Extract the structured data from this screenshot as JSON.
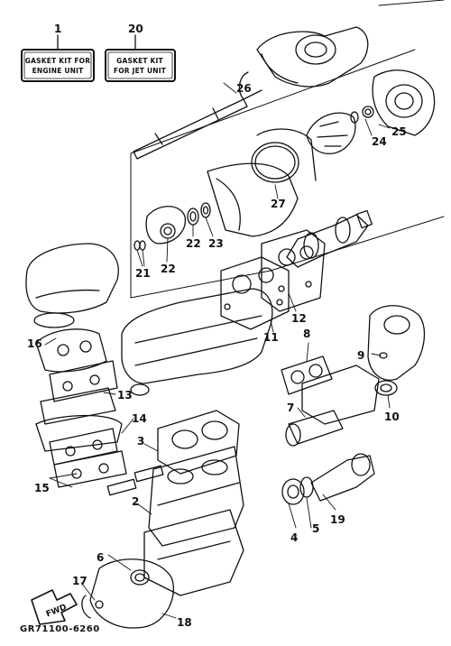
{
  "kits": [
    {
      "number": "1",
      "lines": [
        "GASKET KIT FOR",
        "ENGINE UNIT"
      ]
    },
    {
      "number": "20",
      "lines": [
        "GASKET KIT",
        "FOR JET UNIT"
      ]
    }
  ],
  "callouts": [
    "2",
    "3",
    "4",
    "5",
    "6",
    "7",
    "8",
    "9",
    "10",
    "11",
    "12",
    "13",
    "14",
    "15",
    "16",
    "17",
    "18",
    "19",
    "21",
    "22",
    "22",
    "23",
    "24",
    "25",
    "26",
    "27"
  ],
  "direction_badge": "FWD",
  "drawing_code": "GR71100-6260"
}
